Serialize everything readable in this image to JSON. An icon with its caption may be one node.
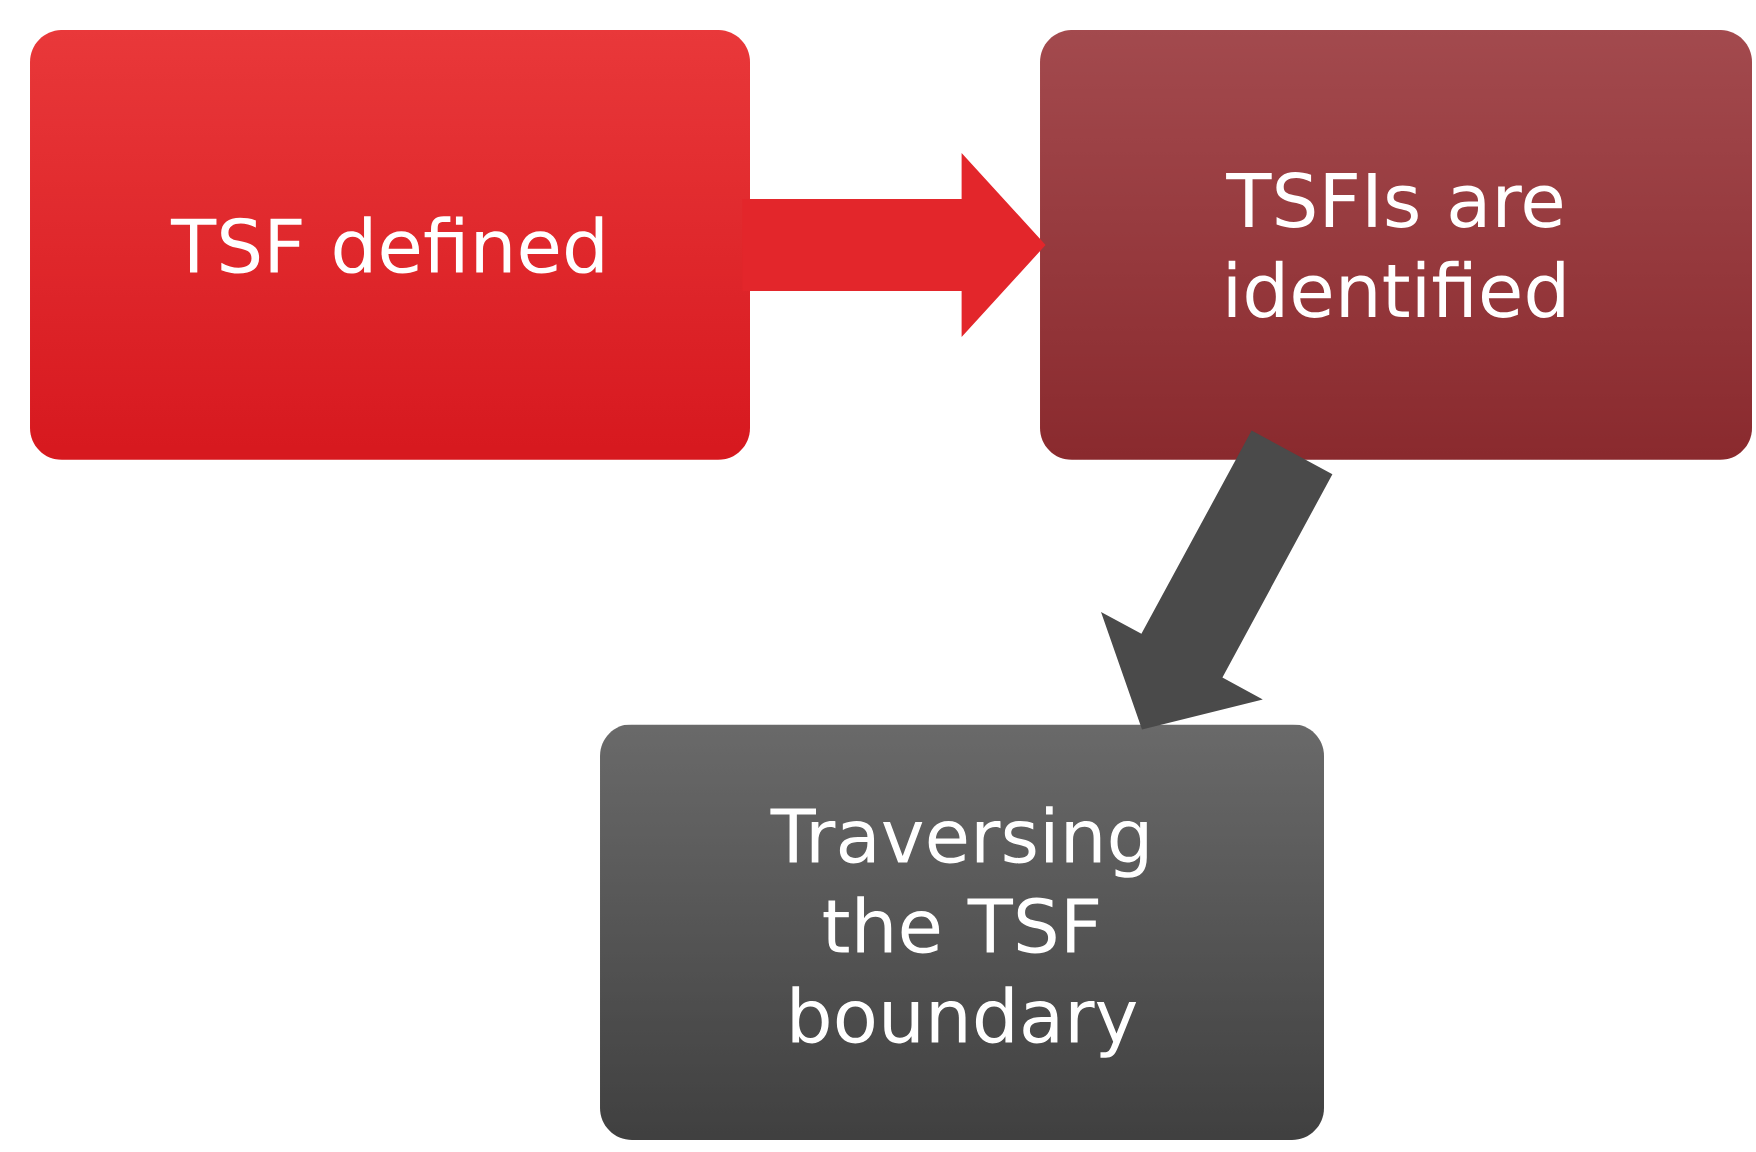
{
  "diagram": {
    "nodes": [
      {
        "text": [
          "TSF defined"
        ]
      },
      {
        "text": [
          "TSFIs are identified"
        ]
      },
      {
        "text": [
          "Traversing the TSF boundary"
        ]
      }
    ],
    "edges": [
      {
        "from": 0,
        "to": 1,
        "arrow": "to",
        "color": "#e3262b"
      },
      {
        "from": 1,
        "to": 2,
        "arrow": "to",
        "color": "#4a4a4a"
      }
    ]
  }
}
